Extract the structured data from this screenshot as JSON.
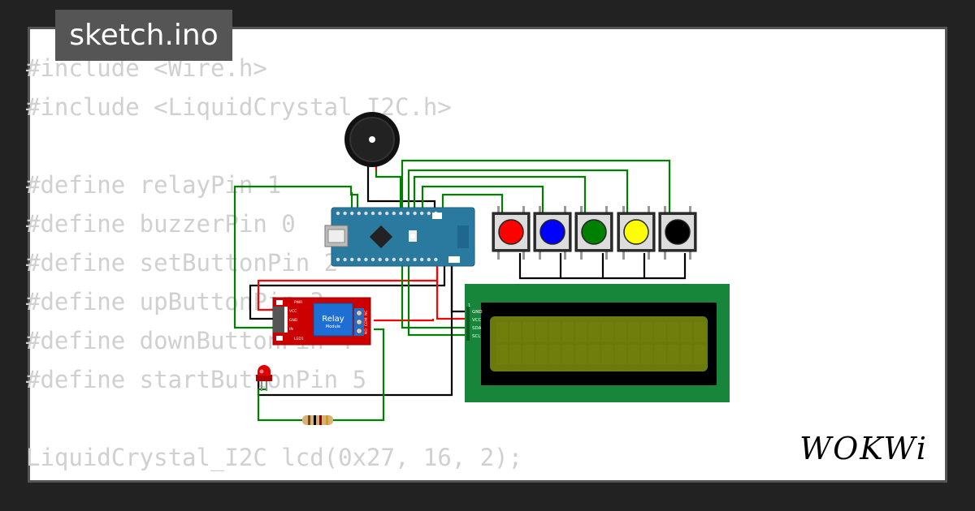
{
  "title": "sketch.ino",
  "code_lines": [
    "#include <Wire.h>",
    "#include <LiquidCrystal_I2C.h>",
    "",
    "#define relayPin 1",
    "#define buzzerPin 0",
    "#define setButtonPin 2",
    "#define upButtonPin 3",
    "#define downButtonPin 4",
    "#define startButtonPin 5",
    "",
    "LiquidCrystal_I2C lcd(0x27, 16, 2);"
  ],
  "relay": {
    "label": "Relay",
    "sublabel": "Module",
    "left_pins": [
      "PWR",
      "VCC",
      "GND",
      "IN",
      "LED1"
    ],
    "right_pins": [
      "NO",
      "COM",
      "NC"
    ]
  },
  "lcd_pins": [
    "GND",
    "VCC",
    "SDA",
    "SCL"
  ],
  "lcd_index": "1",
  "buttons": [
    {
      "name": "red",
      "color": "#ff0000"
    },
    {
      "name": "blue",
      "color": "#0000ff"
    },
    {
      "name": "green",
      "color": "#008000"
    },
    {
      "name": "yellow",
      "color": "#ffff00"
    },
    {
      "name": "black",
      "color": "#000000"
    }
  ],
  "logo_text": "WOKWi",
  "colors": {
    "background": "#222222",
    "frame_border": "#555555",
    "code_text": "#d0d0d0",
    "wire_green": "#008000",
    "wire_red": "#ff0000",
    "wire_black": "#000000",
    "lcd_board": "#17853a",
    "lcd_screen": "#6b7a0a",
    "relay_board": "#cc0000",
    "arduino_board": "#2a7aa0"
  }
}
